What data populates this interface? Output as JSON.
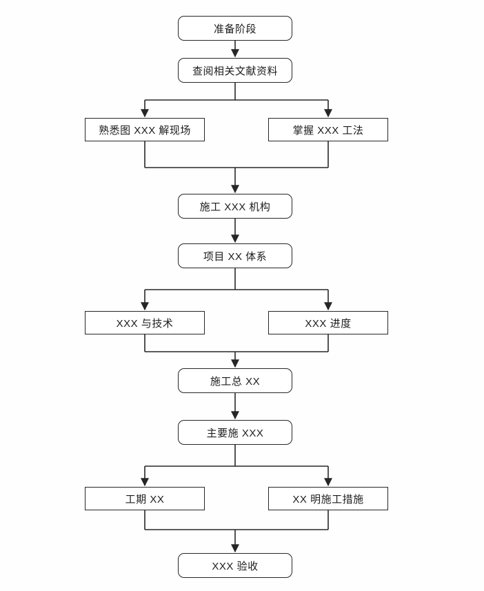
{
  "flowchart": {
    "title": "construction-preparation-flowchart",
    "colors": {
      "line": "#262626",
      "box_border": "#262626",
      "box_fill": "#ffffff",
      "text": "#1c1c1c",
      "background": "#fefefe"
    },
    "nodes": {
      "prepare": {
        "label": "准备阶段",
        "shape": "rounded"
      },
      "review": {
        "label": "查阅相关文献资料",
        "shape": "rounded"
      },
      "familiarize": {
        "label": "熟悉图 XXX 解现场",
        "shape": "rect"
      },
      "master": {
        "label": "掌握 XXX 工法",
        "shape": "rect"
      },
      "org": {
        "label": "施工 XXX 机构",
        "shape": "rounded"
      },
      "system": {
        "label": "项目 XX 体系",
        "shape": "rounded"
      },
      "tech": {
        "label": "XXX 与技术",
        "shape": "rect"
      },
      "progress": {
        "label": "XXX 进度",
        "shape": "rect"
      },
      "total": {
        "label": "施工总 XX",
        "shape": "rounded"
      },
      "main": {
        "label": "主要施 XXX",
        "shape": "rounded"
      },
      "duration": {
        "label": "工期 XX",
        "shape": "rect"
      },
      "measures": {
        "label": "XX 明施工措施",
        "shape": "rect"
      },
      "acceptance": {
        "label": "XXX 验收",
        "shape": "rounded"
      }
    },
    "edges": [
      {
        "from": "prepare",
        "to": "review"
      },
      {
        "from": "review",
        "to": "familiarize"
      },
      {
        "from": "review",
        "to": "master"
      },
      {
        "from": "familiarize",
        "to": "org"
      },
      {
        "from": "master",
        "to": "org"
      },
      {
        "from": "org",
        "to": "system"
      },
      {
        "from": "system",
        "to": "tech"
      },
      {
        "from": "system",
        "to": "progress"
      },
      {
        "from": "tech",
        "to": "total"
      },
      {
        "from": "progress",
        "to": "total"
      },
      {
        "from": "total",
        "to": "main"
      },
      {
        "from": "main",
        "to": "duration"
      },
      {
        "from": "main",
        "to": "measures"
      },
      {
        "from": "duration",
        "to": "acceptance"
      },
      {
        "from": "measures",
        "to": "acceptance"
      }
    ]
  }
}
